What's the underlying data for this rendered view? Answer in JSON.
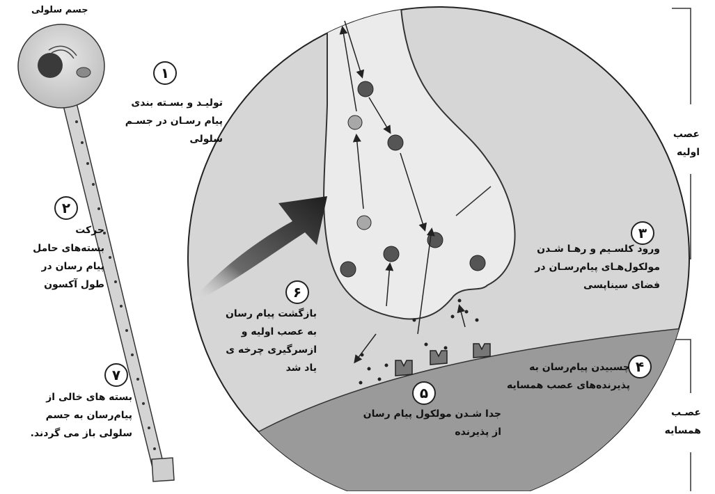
{
  "cell_body_label": "جسم سلولی",
  "bracket_primary_lines": [
    "عصب",
    "اولیه"
  ],
  "bracket_neighbor_lines": [
    "عصـب",
    "همسایه"
  ],
  "steps": [
    {
      "num": "۱",
      "lines": [
        "تولیـد و بسـته بندی",
        "پیام رسـان در جسـم",
        "سلولی"
      ]
    },
    {
      "num": "۲",
      "lines": [
        "حرکت",
        "بسته‌های حامل",
        "پیام رسان در",
        "طول آکسون"
      ]
    },
    {
      "num": "۳",
      "lines": [
        "ورود کلسـیم و رهـا شـدن",
        "مولکول‌هـای پیام‌رسـان در",
        "فضای سیناپسی"
      ]
    },
    {
      "num": "۴",
      "lines": [
        "چسبیدن پیام‌رسان به",
        "پذیرنده‌های عصب همسایه"
      ]
    },
    {
      "num": "۵",
      "lines": [
        "جدا شـدن مولکول پیام رسان",
        "از پذیرنده"
      ]
    },
    {
      "num": "۶",
      "lines": [
        "بازگشت پیام رسان",
        "به عصب اولیه و",
        "ازسرگیری چرخه ی",
        "یاد شد"
      ]
    },
    {
      "num": "۷",
      "lines": [
        "بسته های خالی از",
        "پیام‌رسان به جسم",
        "سلولی باز می گردند."
      ]
    }
  ],
  "colors": {
    "circle_fill": "#d7d7d7",
    "membrane_fill": "#e6e6e6",
    "neighbor_fill": "#9a9a9a",
    "arrow_fill": "#2b2b2b",
    "outline": "#222222"
  }
}
